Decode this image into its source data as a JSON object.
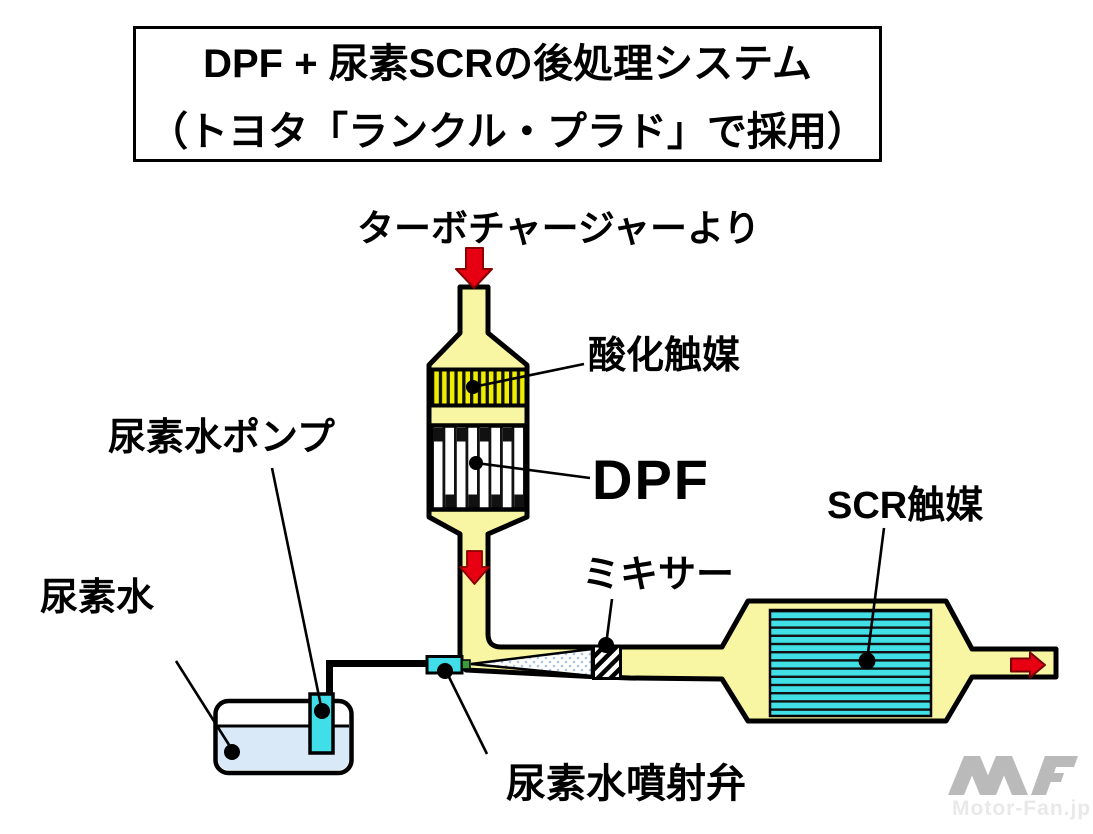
{
  "title_box": {
    "line1": "DPF + 尿素SCRの後処理システム",
    "line2": "（トヨタ「ランクル・プラド」で採用）"
  },
  "labels": {
    "from_turbo": "ターボチャージャーより",
    "oxidation_catalyst": "酸化触媒",
    "dpf": "DPF",
    "urea_pump": "尿素水ポンプ",
    "urea_water": "尿素水",
    "mixer": "ミキサー",
    "scr_catalyst": "SCR触媒",
    "urea_injector": "尿素水噴射弁"
  },
  "watermark": {
    "site": "Motor-Fan.jp"
  },
  "colors": {
    "pipe_body": "#f9f6a3",
    "oxidation_yellow": "#f0ee00",
    "component_cyan": "#3fdee8",
    "scr_core_cyan": "#40e0e6",
    "tank_liquid": "#d9e9f8",
    "arrow_red": "#e60012",
    "arrow_red_dark": "#8a0000",
    "fitting_green": "#3d9b3d",
    "outline_black": "#000000",
    "watermark_gray": "#bababa"
  }
}
